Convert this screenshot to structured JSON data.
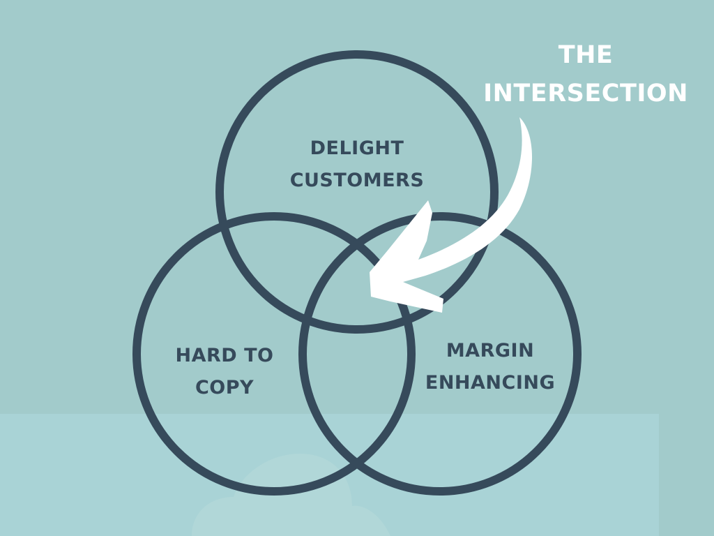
{
  "colors": {
    "background": "#a2cbcb",
    "panel": "#a9d3d6",
    "circle_stroke": "#364a5b",
    "arrow": "#ffffff"
  },
  "callout": {
    "line1": "THE",
    "line2": "INTERSECTION"
  },
  "circles": [
    {
      "id": "top",
      "line1": "DELIGHT",
      "line2": "CUSTOMERS"
    },
    {
      "id": "left",
      "line1": "HARD TO",
      "line2": "COPY"
    },
    {
      "id": "right",
      "line1": "MARGIN",
      "line2": "ENHANCING"
    }
  ]
}
